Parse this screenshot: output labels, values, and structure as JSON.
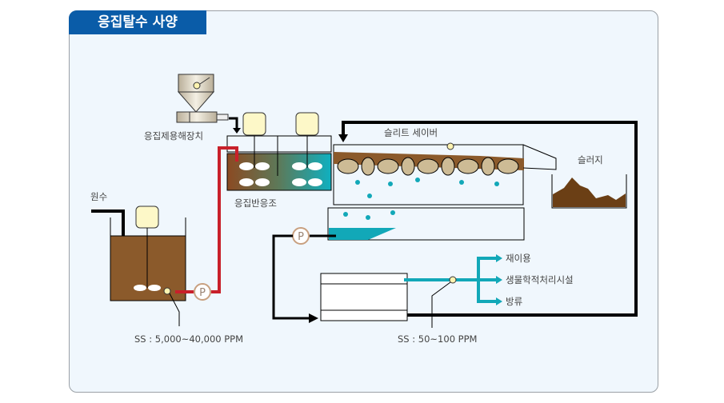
{
  "title": "응집탈수 사양",
  "labels": {
    "flocculant_device": "응집제용해장치",
    "reaction_tank": "응집반응조",
    "slit_saver": "슬리트 세이버",
    "sludge": "슬러지",
    "raw_water": "원수",
    "pump": "P",
    "inlet_ss": "SS : 5,000~40,000 PPM",
    "outlet_ss": "SS : 50~100 PPM",
    "outputs": [
      "재이용",
      "생물학적처리시설",
      "방류"
    ]
  },
  "colors": {
    "title_bg": "#0a5ca8",
    "panel_bg": "#f0f7fd",
    "sludge_brown": "#8b5a2b",
    "water_teal": "#12a8b8",
    "pipe_red": "#c8202a",
    "motor_yellow": "#fdf8c8",
    "roller_tan": "#cdbb95"
  }
}
